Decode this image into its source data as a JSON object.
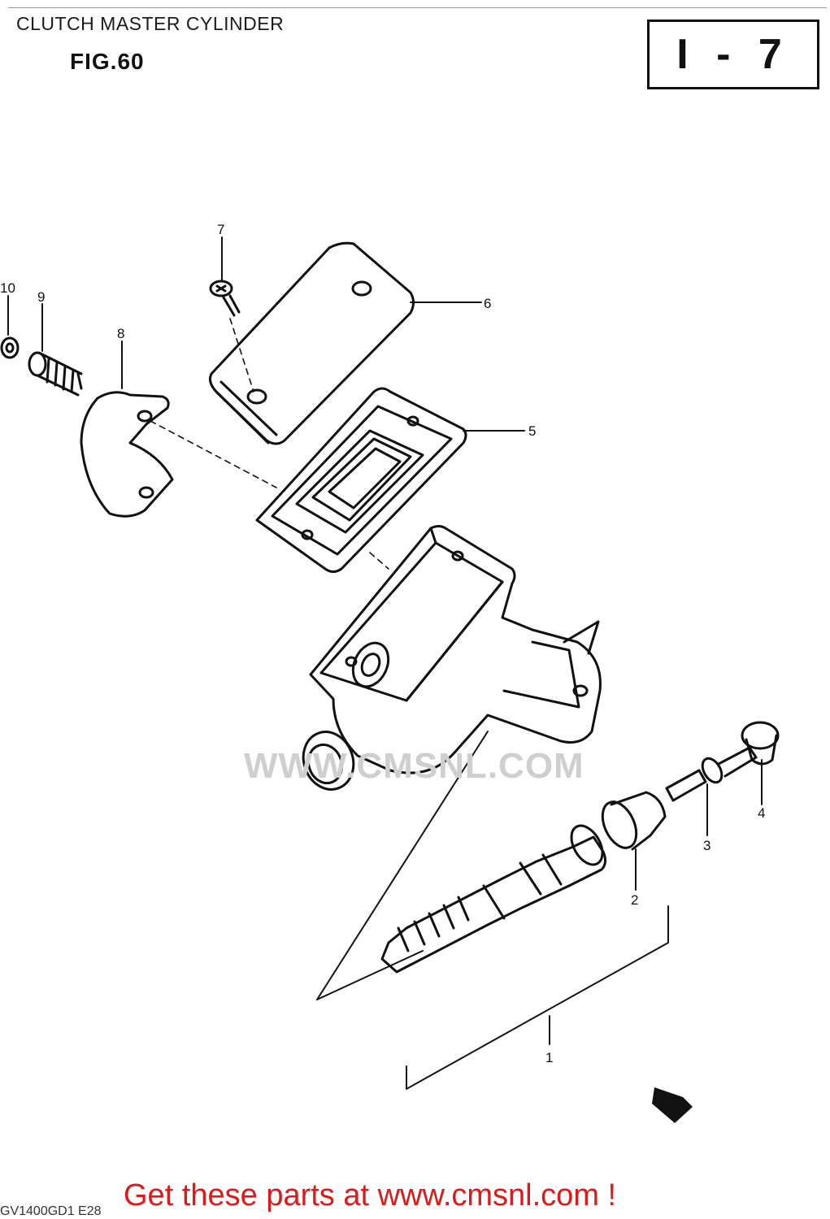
{
  "header": {
    "title": "CLUTCH MASTER CYLINDER",
    "figure_label": "FIG.60",
    "section_code": "I - 7"
  },
  "callouts": [
    "1",
    "2",
    "3",
    "4",
    "5",
    "6",
    "7",
    "8",
    "9",
    "10"
  ],
  "watermark": "WWW.CMSNL.COM",
  "footer": {
    "drawing_code": "GV1400GD1 E28",
    "promo_text": "Get these parts at www.cmsnl.com !"
  },
  "colors": {
    "line": "#111111",
    "promo": "#dd1a1a",
    "watermark": "#cfcfcf"
  }
}
